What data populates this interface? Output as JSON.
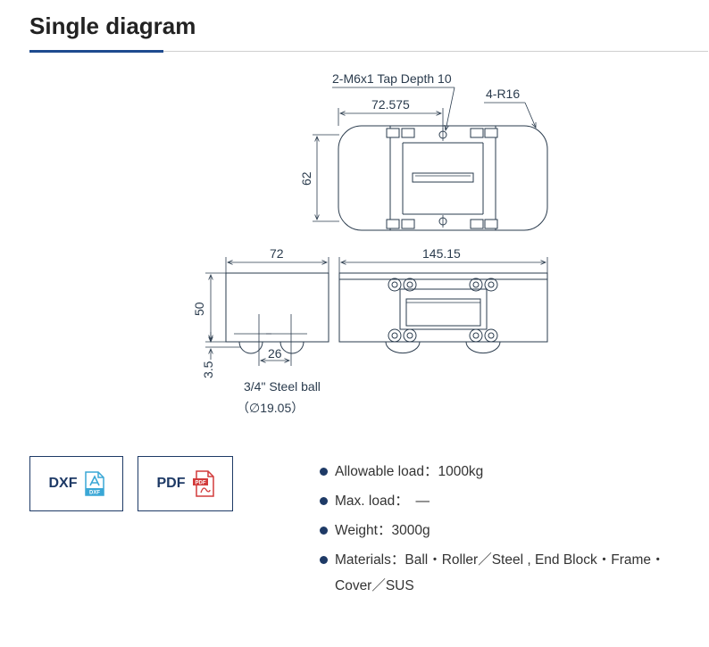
{
  "header": {
    "title": "Single diagram"
  },
  "diagram": {
    "tap_label": "2-M6x1 Tap Depth 10",
    "radius_label": "4-R16",
    "dim_top_width": "72.575",
    "dim_height_top": "62",
    "dim_side_width": "72",
    "dim_front_width": "145.15",
    "dim_side_height": "50",
    "dim_ball_offset": "3.5",
    "dim_ball_pitch": "26",
    "ball_label": "3/4\" Steel ball",
    "ball_diameter": "（∅19.05）"
  },
  "downloads": [
    {
      "label": "DXF",
      "icon": "dxf-file-icon",
      "color": "#3aa7d6"
    },
    {
      "label": "PDF",
      "icon": "pdf-file-icon",
      "color": "#d23b3b"
    }
  ],
  "specs": [
    "Allowable load：1000kg",
    "Max. load：　—",
    "Weight：3000g",
    "Materials：Ball・Roller／Steel , End Block・Frame・Cover／SUS"
  ]
}
